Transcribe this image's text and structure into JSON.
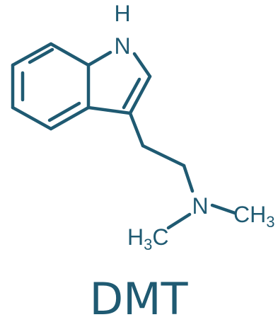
{
  "colors": {
    "ink": "#1f5a72"
  },
  "molecule": {
    "name": "DMT",
    "atoms": {
      "indole_nh": {
        "main": "H",
        "second": "N"
      },
      "amine_n": "N",
      "methyl_right": {
        "element": "CH",
        "count": "3"
      },
      "methyl_left": {
        "prefix": "H",
        "count": "3",
        "element": "C"
      }
    }
  }
}
